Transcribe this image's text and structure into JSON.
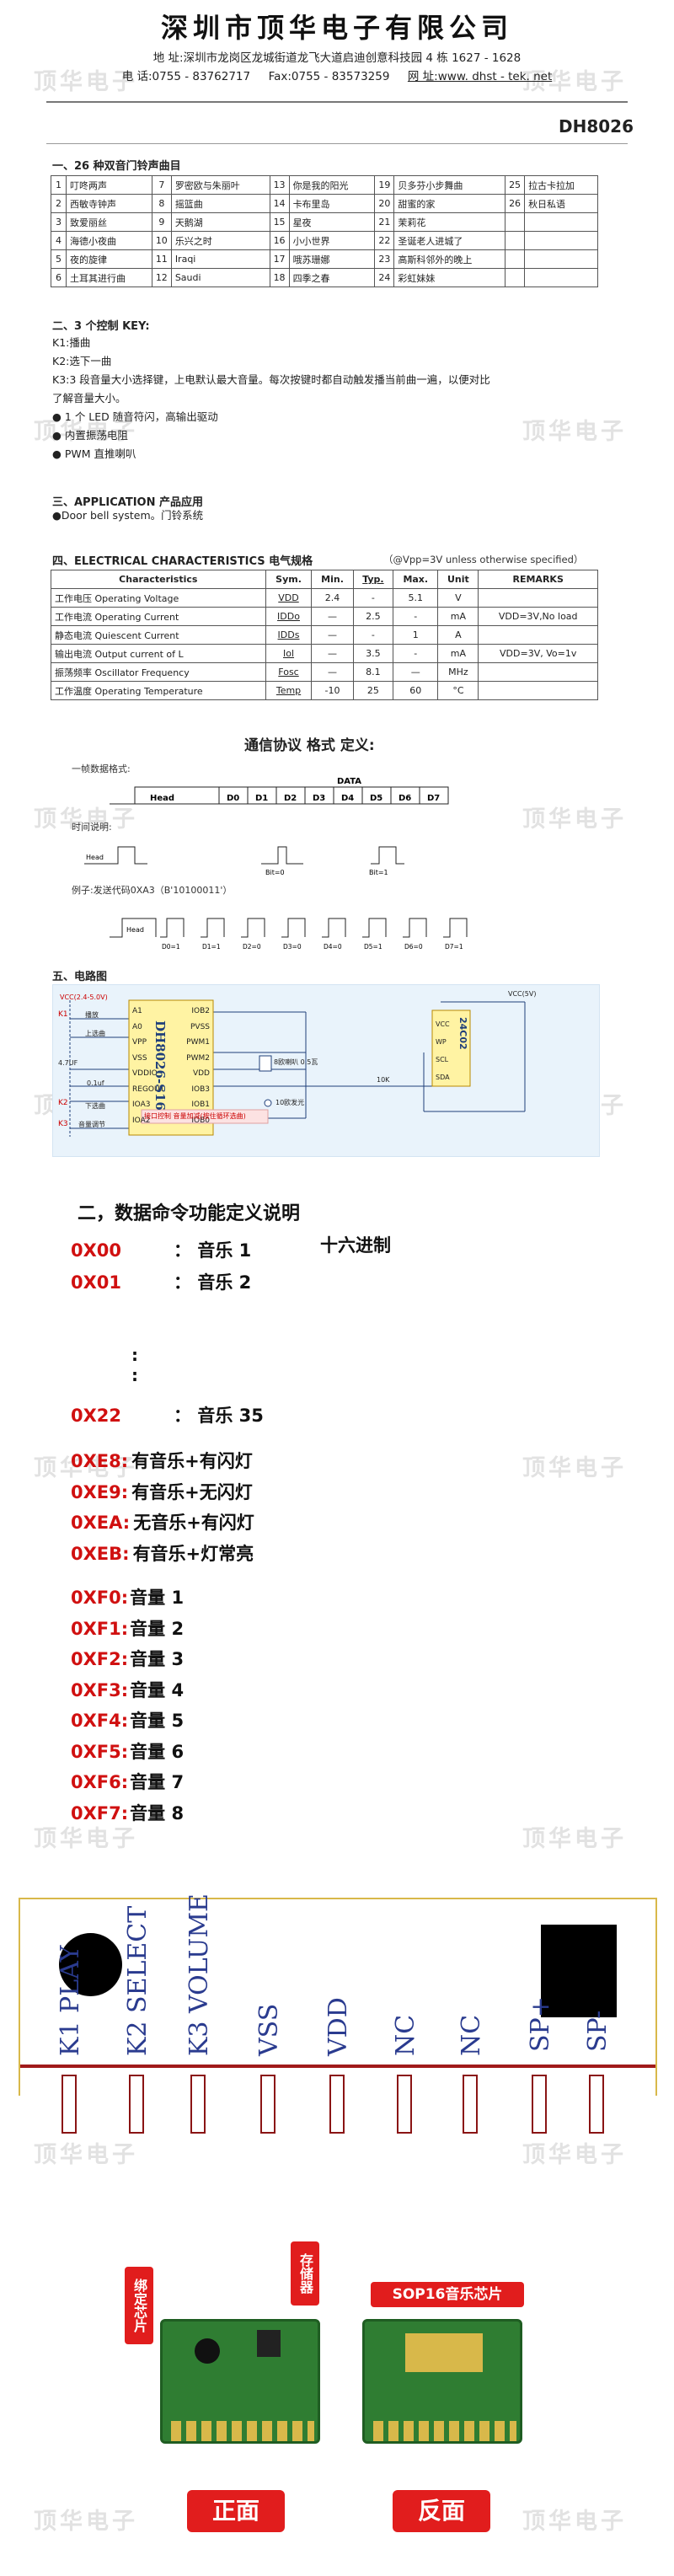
{
  "watermark": "顶华电子",
  "header": {
    "company": "深圳市顶华电子有限公司",
    "address": "地 址:深圳市龙岗区龙城街道龙飞大道启迪创意科技园 4 栋 1627 - 1628",
    "tel": "电 话:0755 - 83762717",
    "fax": "Fax:0755 - 83573259",
    "web": "网 址:www. dhst - tek. net",
    "model": "DH8026"
  },
  "songs": {
    "heading": "一、26 种双音门铃声曲目",
    "rows": [
      [
        "1",
        "叮咚两声",
        "7",
        "罗密欧与朱丽叶",
        "13",
        "你是我的阳光",
        "19",
        "贝多芬小步舞曲",
        "25",
        "拉古卡拉加"
      ],
      [
        "2",
        "西敏寺钟声",
        "8",
        "摇篮曲",
        "14",
        "卡布里岛",
        "20",
        "甜蜜的家",
        "26",
        "秋日私语"
      ],
      [
        "3",
        "致爱丽丝",
        "9",
        "天鹅湖",
        "15",
        "星夜",
        "21",
        "茉莉花",
        "",
        ""
      ],
      [
        "4",
        "海德小夜曲",
        "10",
        "乐兴之时",
        "16",
        "小小世界",
        "22",
        "圣诞老人进城了",
        "",
        ""
      ],
      [
        "5",
        "夜的旋律",
        "11",
        "Iraqi",
        "17",
        "哦苏珊娜",
        "23",
        "高斯科邻外的晚上",
        "",
        ""
      ],
      [
        "6",
        "土耳其进行曲",
        "12",
        "Saudi",
        "18",
        "四季之春",
        "24",
        "彩虹妹妹",
        "",
        ""
      ]
    ]
  },
  "keys": {
    "heading": "二、3 个控制 KEY:",
    "k1": "K1:播曲",
    "k2": "K2:选下一曲",
    "k3a": "K3:3 段音量大小选择键，上电默认最大音量。每次按键时都自动触发播当前曲一遍，以便对比",
    "k3b": "了解音量大小。",
    "b1": "1 个 LED 随音符闪，高输出驱动",
    "b2": "内置振荡电阻",
    "b3": "PWM 直推喇叭"
  },
  "app": {
    "heading": "三、APPLICATION 产品应用",
    "item": "●Door bell system。门铃系统"
  },
  "elec": {
    "heading": "四、ELECTRICAL CHARACTERISTICS 电气规格",
    "note": "（@Vpp=3V unless otherwise specified）",
    "cols": [
      "Characteristics",
      "Sym.",
      "Min.",
      "Typ.",
      "Max.",
      "Unit",
      "REMARKS"
    ],
    "rows": [
      [
        "工作电压 Operating Voltage",
        "VDD",
        "2.4",
        "-",
        "5.1",
        "V",
        ""
      ],
      [
        "工作电流 Operating Current",
        "IDDo",
        "—",
        "2.5",
        "-",
        "mA",
        "VDD=3V,No load"
      ],
      [
        "静态电流 Quiescent Current",
        "IDDs",
        "—",
        "-",
        "1",
        "A",
        ""
      ],
      [
        "输出电流 Output current of L",
        "Iol",
        "—",
        "3.5",
        "-",
        "mA",
        "VDD=3V, Vo=1v"
      ],
      [
        "振荡频率 Oscillator Frequency",
        "Fosc",
        "—",
        "8.1",
        "—",
        "MHz",
        ""
      ],
      [
        "工作温度 Operating Temperature",
        "Temp",
        "-10",
        "25",
        "60",
        "°C",
        ""
      ]
    ]
  },
  "protocol": {
    "heading": "通信协议 格式 定义:",
    "frame_label": "一帧数据格式:",
    "head": "Head",
    "data": "DATA",
    "bits": [
      "D0",
      "D1",
      "D2",
      "D3",
      "D4",
      "D5",
      "D6",
      "D7"
    ],
    "time_label": "时间说明:",
    "bit0": "Bit=0",
    "bit1": "Bit=1",
    "example_label": "例子:发送代码0XA3（B'10100011'）",
    "example_bits": [
      "D0=1",
      "D1=1",
      "D2=0",
      "D3=0",
      "D4=0",
      "D5=1",
      "D6=0",
      "D7=1"
    ]
  },
  "circuit": {
    "heading": "五、电路图",
    "chip": "DH8026-S16",
    "eeprom": "24C02",
    "left_pins": [
      "A1",
      "A0",
      "VPP",
      "VSS",
      "VDDIO",
      "REGOUT",
      "IOA3",
      "IOA2"
    ],
    "right_pins": [
      "IOB2",
      "PVSS",
      "PWM1",
      "PWM2",
      "VDD",
      "IOB3",
      "IOB1",
      "IOB0"
    ],
    "eeprom_pins": [
      "VCC",
      "WP",
      "SCL",
      "SDA"
    ],
    "labels": {
      "k1": "K1",
      "k2": "K2",
      "k3": "K3",
      "play": "播放",
      "prev": "上选曲",
      "next": "下选曲",
      "vol": "音量调节",
      "speaker": "8欧喇叭 0.5瓦",
      "led": "10欧发光",
      "r10k": "10K",
      "vcc": "VCC(5V)",
      "cap": "4.7UF",
      "cap2": "0.1uf",
      "note": "接口控制 音量加减(按住循环选曲)",
      "vcc3": "VCC(2.4-5.0V)"
    }
  },
  "commands": {
    "heading": "二，数据命令功能定义说明",
    "hex_note": "十六进制",
    "music": [
      {
        "code": "0X00",
        "text": "：  音乐 1"
      },
      {
        "code": "0X01",
        "text": "：  音乐 2"
      },
      {
        "code": "0X22",
        "text": "：  音乐 35"
      }
    ],
    "led": [
      {
        "code": "0XE8:",
        "text": "有音乐+有闪灯"
      },
      {
        "code": "0XE9:",
        "text": "有音乐+无闪灯"
      },
      {
        "code": "0XEA:",
        "text": "无音乐+有闪灯"
      },
      {
        "code": "0XEB:",
        "text": "有音乐+灯常亮"
      }
    ],
    "volume": [
      {
        "code": "0XF0:",
        "text": "音量 1"
      },
      {
        "code": "0XF1:",
        "text": "音量 2"
      },
      {
        "code": "0XF2:",
        "text": "音量 3"
      },
      {
        "code": "0XF3:",
        "text": "音量 4"
      },
      {
        "code": "0XF4:",
        "text": "音量 5"
      },
      {
        "code": "0XF5:",
        "text": "音量 6"
      },
      {
        "code": "0XF6:",
        "text": "音量 7"
      },
      {
        "code": "0XF7:",
        "text": "音量 8"
      }
    ]
  },
  "board": {
    "pins": [
      "K1 PLAY",
      "K2 SELECT",
      "K3 VOLUME",
      "VSS",
      "VDD",
      "NC",
      "NC",
      "SP+",
      "SP-"
    ],
    "bind_chip": "绑定芯片",
    "storage": "存储器",
    "sop16": "SOP16音乐芯片",
    "front": "正面",
    "back": "反面"
  },
  "colors": {
    "red": "#d01010",
    "pin_label": "#2a3b8f",
    "badge": "#e11d1d",
    "pcb": "#2f7d32",
    "gold": "#d8b84a"
  }
}
